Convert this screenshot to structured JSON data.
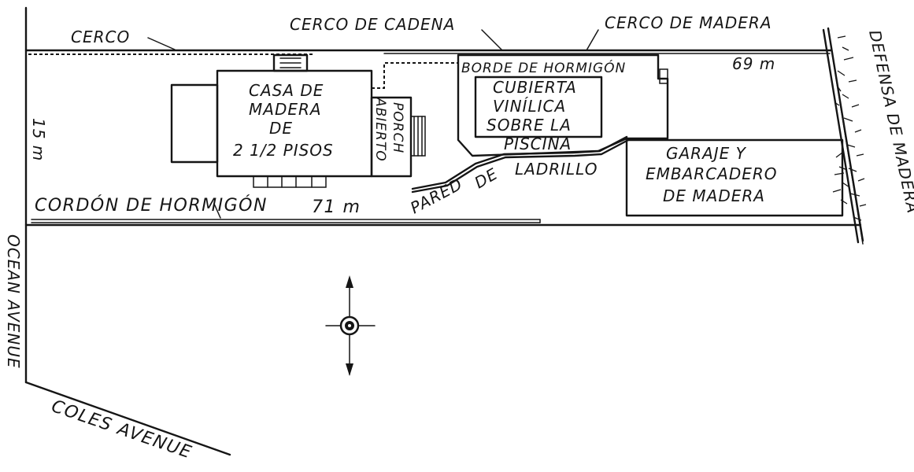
{
  "labels": {
    "cerco": "CERCO",
    "cerco_cadena": "CERCO DE CADENA",
    "cerco_madera": "CERCO DE MADERA",
    "borde_hormigon": "BORDE DE HORMIGÓN",
    "dim_69": "69 m",
    "casa_l1": "CASA DE",
    "casa_l2": "MADERA",
    "casa_l3": "DE",
    "casa_l4": "2 1/2 PISOS",
    "porch_l1": "PORCH",
    "porch_l2": "ABIERTO",
    "cubierta_l1": "CUBIERTA",
    "cubierta_l2": "VINÍLICA",
    "cubierta_l3": "SOBRE LA",
    "piscina": "PISCINA",
    "pared_l1": "PARED",
    "pared_l2": "DE",
    "pared_l3": "LADRILLO",
    "garaje_l1": "GARAJE Y",
    "garaje_l2": "EMBARCADERO",
    "garaje_l3": "DE MADERA",
    "dim_15": "15 m",
    "cordon": "CORDÓN DE HORMIGÓN",
    "dim_71": "71 m",
    "defensa": "DEFENSA DE MADERA",
    "ocean": "OCEAN AVENUE",
    "coles": "COLES AVENUE"
  },
  "icons": {
    "north_arrow": "north-arrow-icon"
  }
}
